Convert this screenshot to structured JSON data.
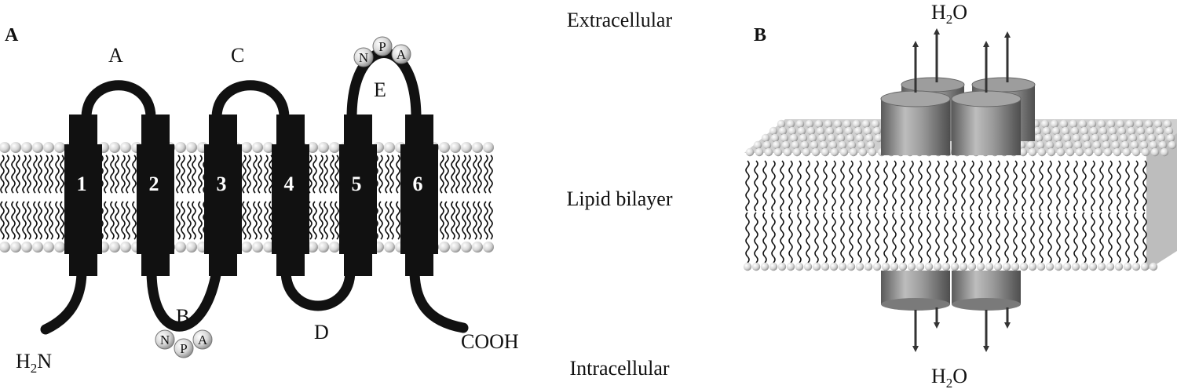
{
  "panel_a": {
    "label": "A",
    "loops": {
      "a": "A",
      "b": "B",
      "c": "C",
      "d": "D",
      "e": "E"
    },
    "helices": [
      "1",
      "2",
      "3",
      "4",
      "5",
      "6"
    ],
    "npa_top": [
      "N",
      "P",
      "A"
    ],
    "npa_bottom": [
      "N",
      "P",
      "A"
    ],
    "n_terminus": {
      "main": "H",
      "sub": "2",
      "tail": "N"
    },
    "c_terminus": "COOH"
  },
  "center_labels": {
    "extracellular": "Extracellular",
    "lipid_bilayer": "Lipid bilayer",
    "intracellular": "Intracellular"
  },
  "panel_b": {
    "label": "B",
    "water_top": {
      "main": "H",
      "sub": "2",
      "tail": "O"
    },
    "water_bottom": {
      "main": "H",
      "sub": "2",
      "tail": "O"
    }
  },
  "colors": {
    "protein": "#111111",
    "lipid_head": "#d8d8d8",
    "channel": "#8a8a8a"
  }
}
